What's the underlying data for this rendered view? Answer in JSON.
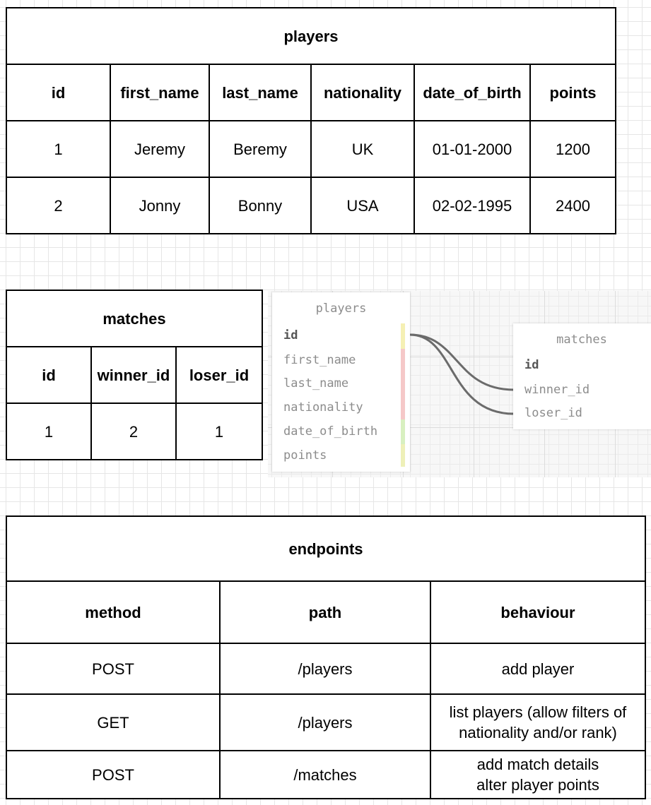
{
  "players_table": {
    "title": "players",
    "headers": [
      "id",
      "first_name",
      "last_name",
      "nationality",
      "date_of_birth",
      "points"
    ],
    "rows": [
      [
        "1",
        "Jeremy",
        "Beremy",
        "UK",
        "01-01-2000",
        "1200"
      ],
      [
        "2",
        "Jonny",
        "Bonny",
        "USA",
        "02-02-1995",
        "2400"
      ]
    ]
  },
  "matches_table": {
    "title": "matches",
    "headers": [
      "id",
      "winner_id",
      "loser_id"
    ],
    "rows": [
      [
        "1",
        "2",
        "1"
      ]
    ]
  },
  "erd": {
    "players": {
      "title": "players",
      "fields": [
        "id",
        "first_name",
        "last_name",
        "nationality",
        "date_of_birth",
        "points"
      ]
    },
    "matches": {
      "title": "matches",
      "fields": [
        "id",
        "winner_id",
        "loser_id"
      ]
    },
    "relations": [
      {
        "from": "players.id",
        "to": "matches.winner_id"
      },
      {
        "from": "players.id",
        "to": "matches.loser_id"
      }
    ],
    "colors": {
      "key_bar": "#f5f0b4",
      "text_bar": "#f5c8c8",
      "date_bar": "#d8f0c0",
      "number_bar": "#eef0b8",
      "connector": "#6b6b6b"
    }
  },
  "endpoints_table": {
    "title": "endpoints",
    "headers": [
      "method",
      "path",
      "behaviour"
    ],
    "rows": [
      {
        "method": "POST",
        "path": "/players",
        "behaviour": [
          "add player"
        ]
      },
      {
        "method": "GET",
        "path": "/players",
        "behaviour": [
          "list players (allow filters of",
          "nationality and/or rank)"
        ]
      },
      {
        "method": "POST",
        "path": "/matches",
        "behaviour": [
          "add match details",
          "alter player points"
        ]
      }
    ]
  }
}
